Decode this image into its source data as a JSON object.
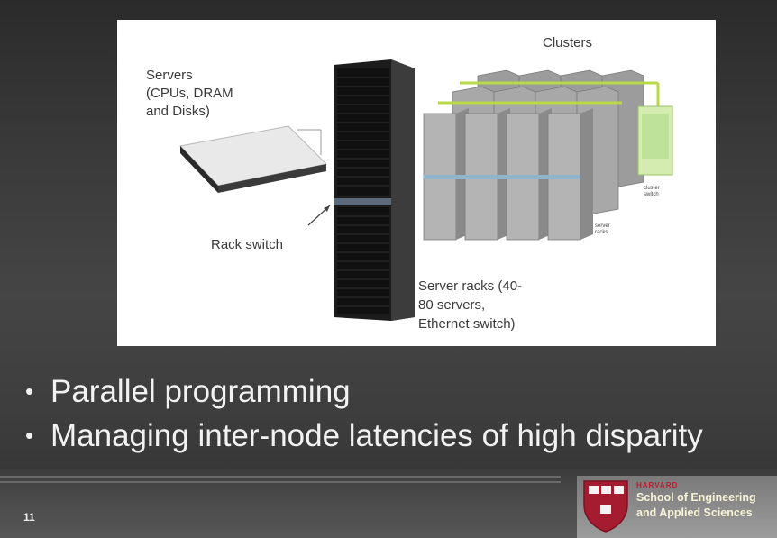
{
  "diagram": {
    "servers_label": [
      "Servers",
      "(CPUs, DRAM",
      "and Disks)"
    ],
    "rack_switch_label": "Rack switch",
    "clusters_label": "Clusters",
    "server_racks_label": [
      "Server racks (40-",
      "80 servers,",
      "Ethernet switch)"
    ],
    "small_label_cluster_switch": [
      "cluster",
      "switch"
    ],
    "small_label_server_racks": [
      "server",
      "racks"
    ]
  },
  "bullets": [
    "Parallel programming",
    "Managing inter-node latencies of high disparity"
  ],
  "bullet_symbol": "•",
  "page_number": "11",
  "branding": {
    "harvard": "HARVARD",
    "school_line1": "School of Engineering",
    "school_line2": "and Applied Sciences"
  },
  "colors": {
    "harvard_crimson": "#a51c30",
    "school_text": "#f7f2d6",
    "cluster_link": "#b9d94a"
  }
}
